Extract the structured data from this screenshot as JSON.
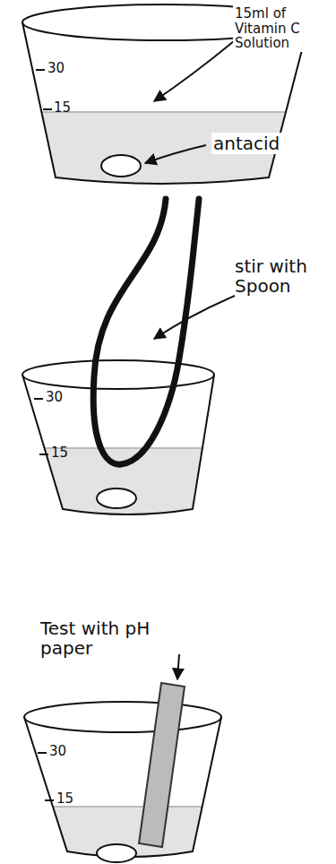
{
  "diagram": {
    "labels": [
      "15ml of Vitamin C Solution",
      "antacid",
      "30",
      "15",
      "stir with Spoon",
      "30",
      "15",
      "Test with pH paper",
      "30",
      "15"
    ]
  }
}
